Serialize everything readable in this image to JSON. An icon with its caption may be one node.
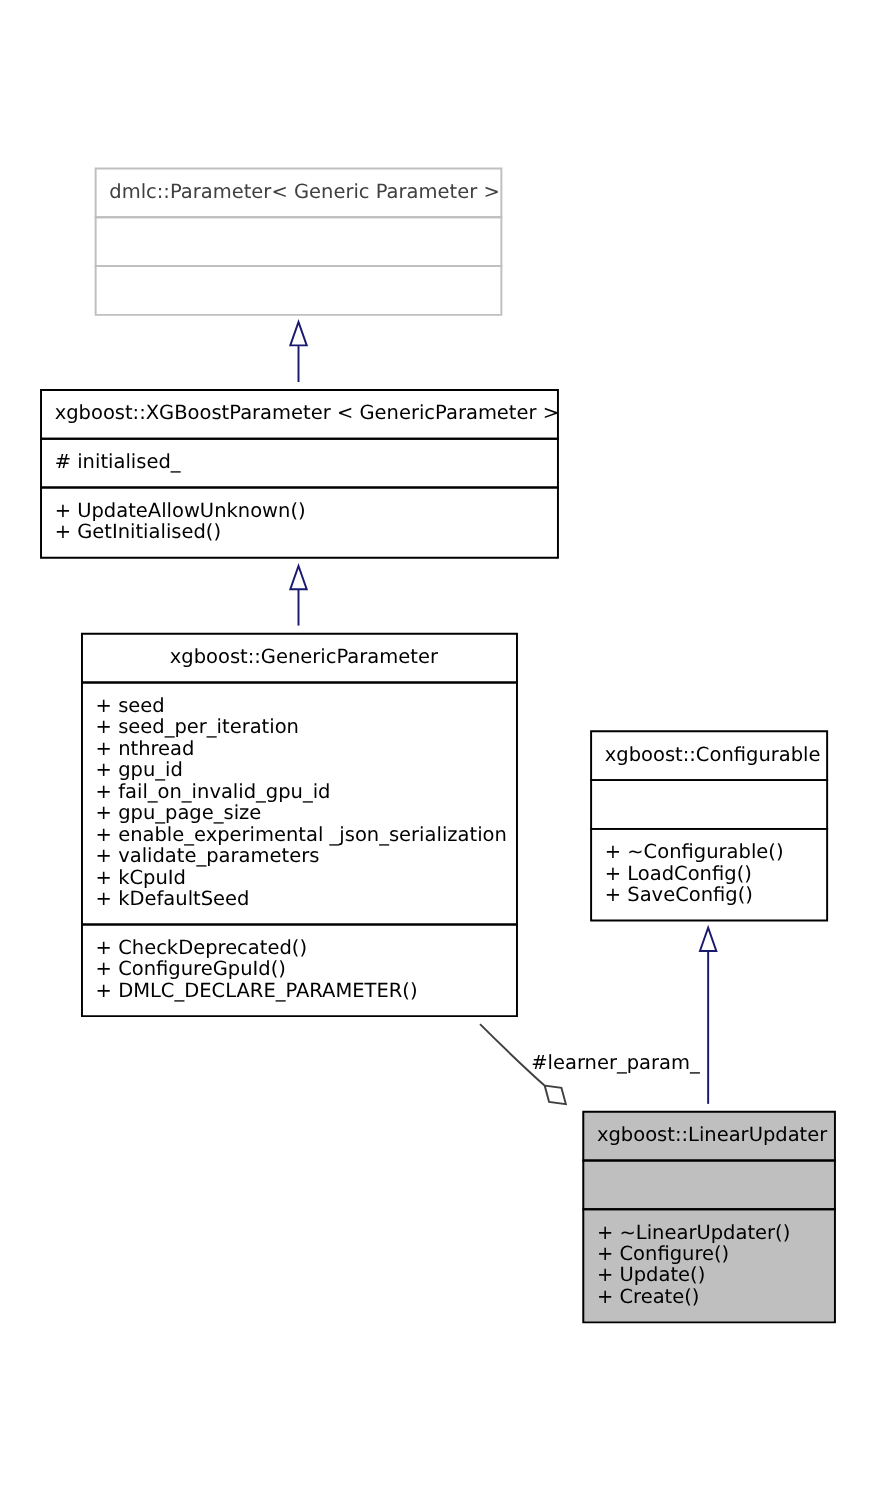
{
  "diagram": {
    "nodes": [
      {
        "text": [
          "dmlc::Parameter< Generic Parameter >"
        ]
      },
      {
        "text": [
          "xgboost::XGBoostParameter < GenericParameter >",
          "# initialised_",
          "+ UpdateAllowUnknown()",
          "+ GetInitialised()"
        ]
      },
      {
        "text": [
          "xgboost::Configurable",
          "+ ~Configurable()",
          "+ LoadConfig()",
          "+ SaveConfig()"
        ]
      },
      {
        "text": [
          "xgboost::GenericParameter",
          "+ seed",
          "+ seed_per_iteration",
          "+ nthread",
          "+ gpu_id",
          "+ fail_on_invalid_gpu_id",
          "+ gpu_page_size",
          "+ enable_experimental _json_serialization",
          "+ validate_parameters",
          "+ kCpuId",
          "+ kDefaultSeed",
          "+ CheckDeprecated()",
          "+ ConfigureGpuId()",
          "+ DMLC_DECLARE_PARAMETER()"
        ]
      },
      {
        "text": [
          "xgboost::LinearUpdater",
          "+ ~LinearUpdater()",
          "+ Configure()",
          "+ Update()",
          "+ Create()"
        ]
      }
    ],
    "edges": [
      {
        "from": 1,
        "to": 0,
        "arrow": "to"
      },
      {
        "from": 3,
        "to": 1,
        "arrow": "to"
      },
      {
        "from": 4,
        "to": 2,
        "arrow": "to"
      },
      {
        "from": 3,
        "to": 4,
        "arrow": "other",
        "label": "#learner_param_",
        "color": "#404040"
      }
    ]
  }
}
